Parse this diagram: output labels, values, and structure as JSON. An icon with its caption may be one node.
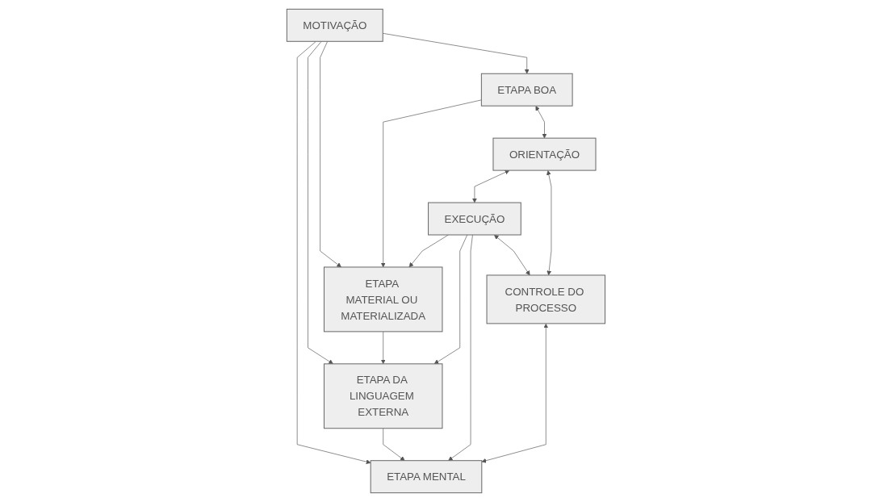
{
  "diagram": {
    "nodes": [
      {
        "text": [
          "MOTIVAÇÃO"
        ]
      },
      {
        "text": [
          "ETAPA BOA"
        ]
      },
      {
        "text": [
          "ETAPA MATERIAL OU MATERIALIZADA"
        ]
      },
      {
        "text": [
          "ETAPA DA LINGUAGEM EXTERNA"
        ]
      },
      {
        "text": [
          "ETAPA MENTAL"
        ]
      },
      {
        "text": [
          "ORIENTAÇÃO"
        ]
      },
      {
        "text": [
          "EXECUÇÃO"
        ]
      },
      {
        "text": [
          "CONTROLE DO PROCESSO"
        ]
      }
    ],
    "edges": [
      {
        "from": 0,
        "to": 1,
        "arrow": "to"
      },
      {
        "from": 0,
        "to": 2,
        "arrow": "to"
      },
      {
        "from": 0,
        "to": 3,
        "arrow": "to"
      },
      {
        "from": 0,
        "to": 4,
        "arrow": "to"
      },
      {
        "from": 1,
        "to": 2,
        "arrow": "to"
      },
      {
        "from": 2,
        "to": 3,
        "arrow": "to"
      },
      {
        "from": 3,
        "to": 4,
        "arrow": "to"
      },
      {
        "from": 1,
        "to": 5,
        "arrow": "both"
      },
      {
        "from": 5,
        "to": 6,
        "arrow": "both"
      },
      {
        "from": 6,
        "to": 2,
        "arrow": "to"
      },
      {
        "from": 6,
        "to": 3,
        "arrow": "to"
      },
      {
        "from": 6,
        "to": 4,
        "arrow": "to"
      },
      {
        "from": 6,
        "to": 7,
        "arrow": "both"
      },
      {
        "from": 5,
        "to": 7,
        "arrow": "both"
      },
      {
        "from": 7,
        "to": 4,
        "arrow": "both"
      }
    ]
  }
}
